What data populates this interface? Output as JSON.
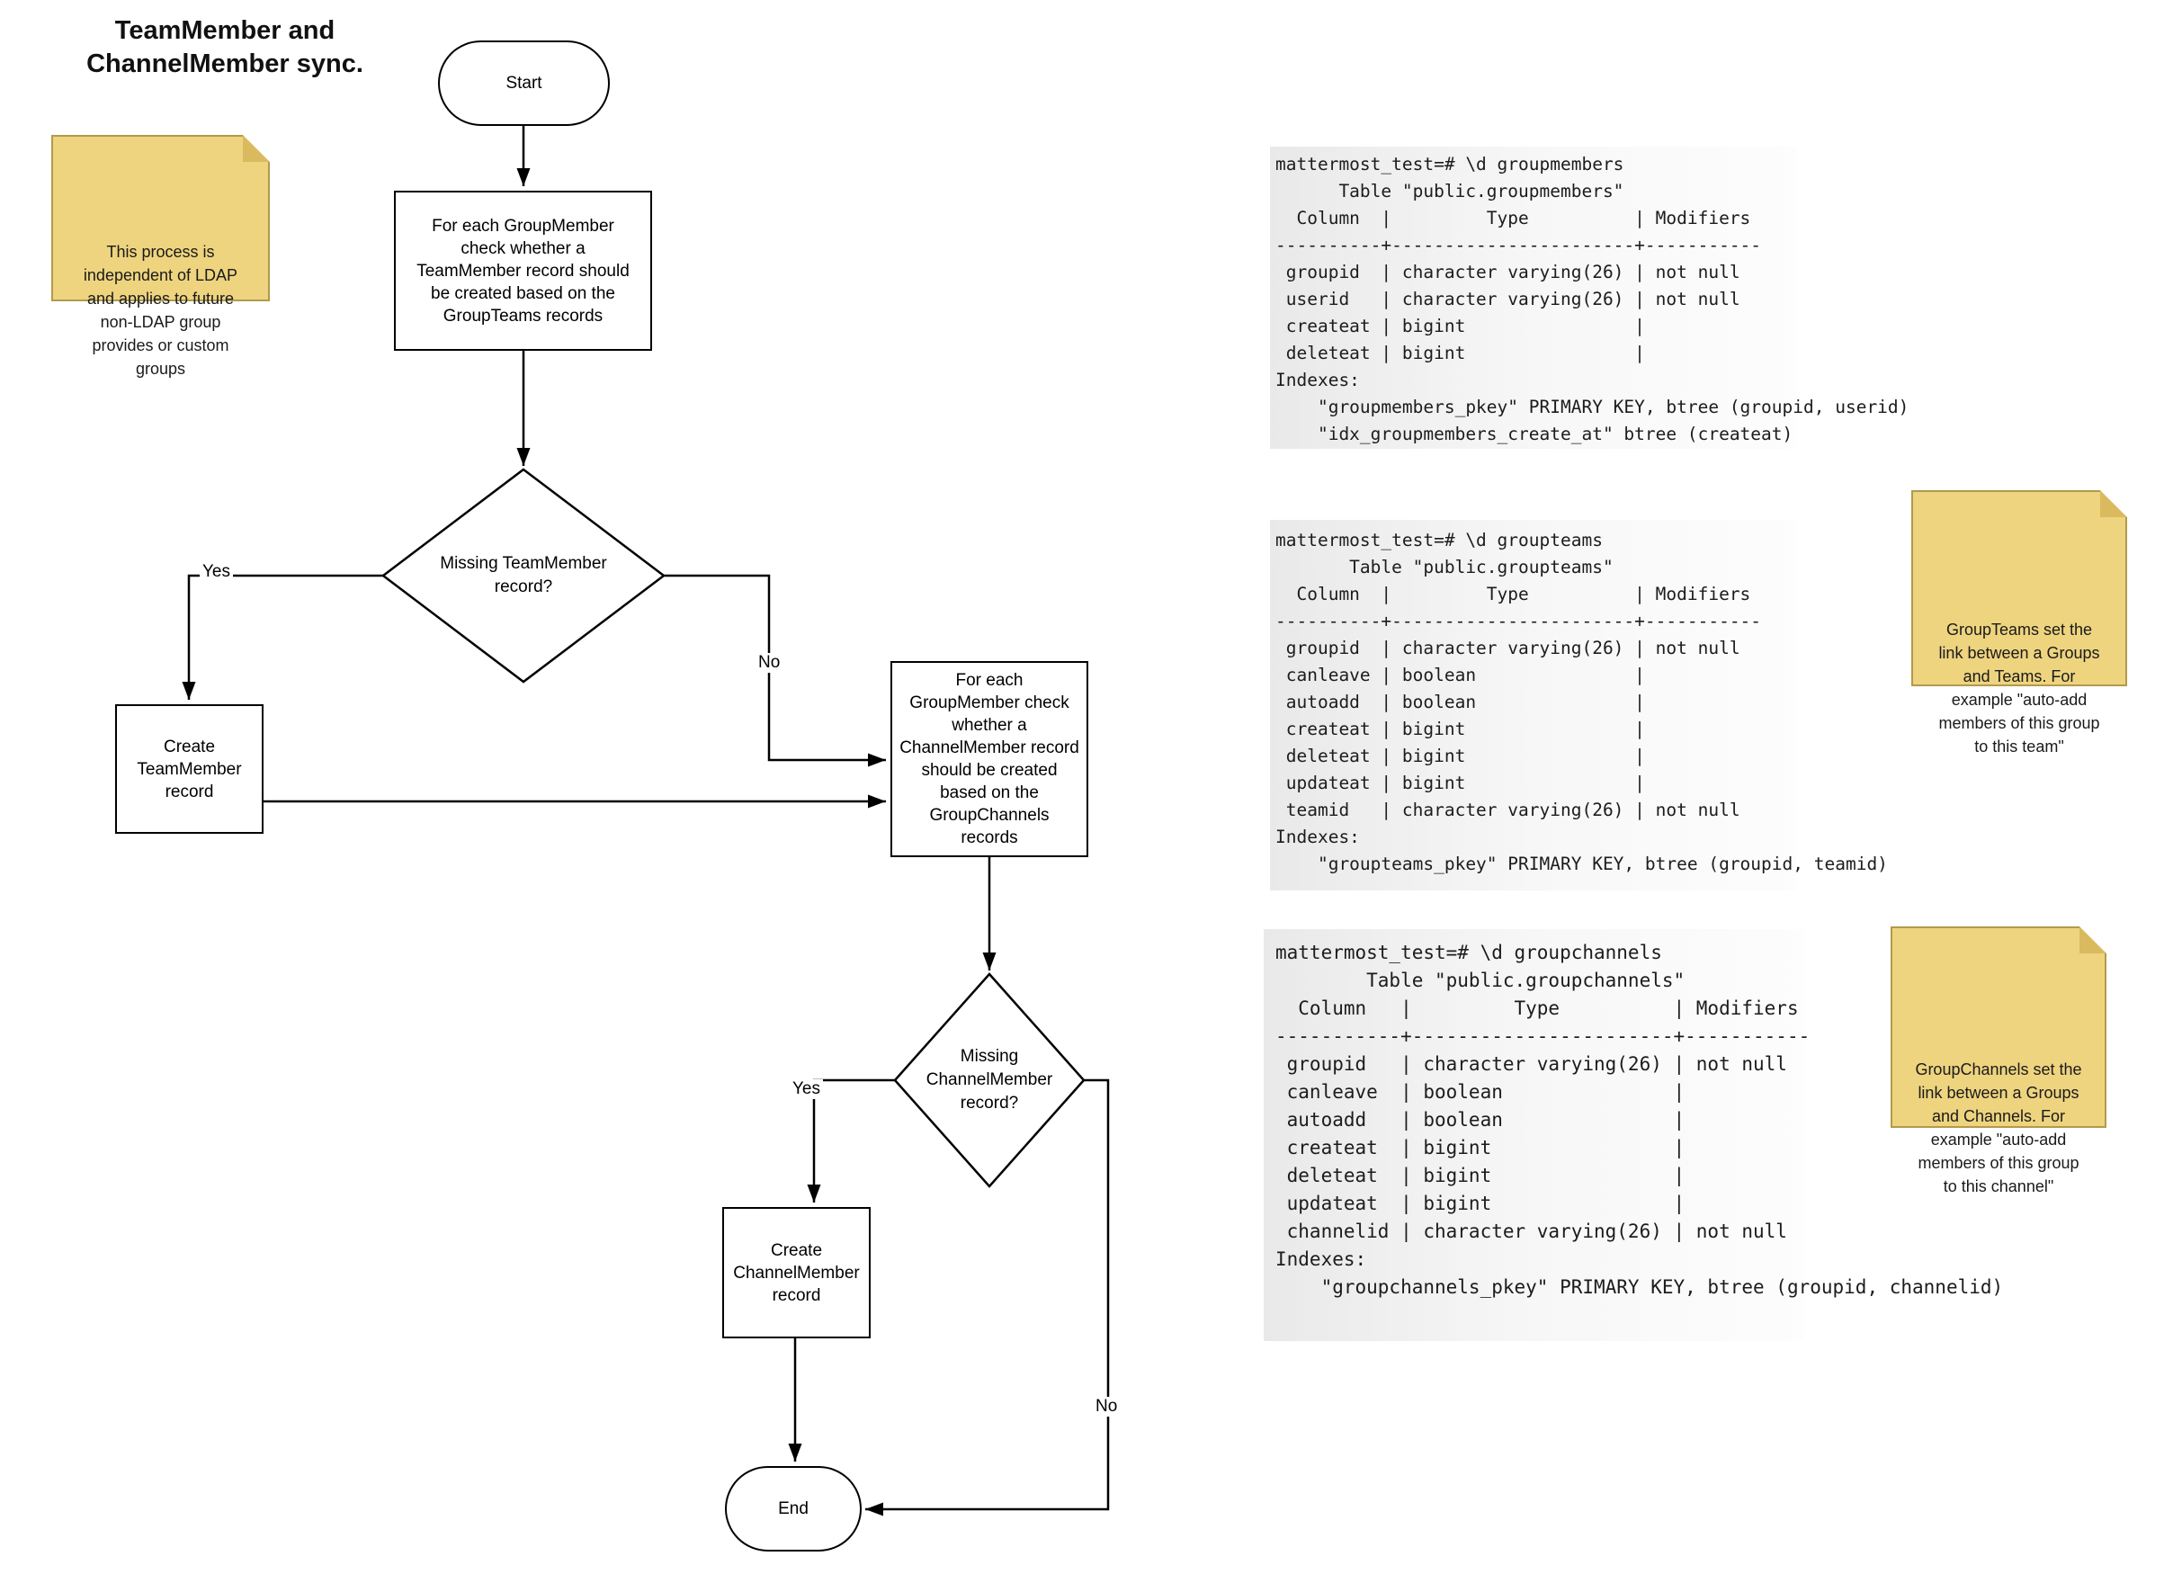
{
  "title": "TeamMember and\nChannelMember sync.",
  "colors": {
    "note_fill": "#eed47f",
    "note_border": "#b29a4b",
    "note_fold": "#d9ba5e",
    "terminal_panel_bg": "#e9e9e9",
    "shape_stroke": "#000000",
    "shape_fill": "#ffffff"
  },
  "flowchart": {
    "start_label": "Start",
    "process1_label": "For each GroupMember\ncheck whether a\nTeamMember record should\nbe created based on the\nGroupTeams records",
    "decision1_label": "Missing TeamMember\nrecord?",
    "create_team_label": "Create\nTeamMember\nrecord",
    "process2_label": "For each\nGroupMember check\nwhether a\nChannelMember record\nshould be created\nbased on the\nGroupChannels\nrecords",
    "decision2_label": "Missing\nChannelMember\nrecord?",
    "create_channel_label": "Create\nChannelMember\nrecord",
    "end_label": "End",
    "edge_labels": {
      "decision1_yes": "Yes",
      "decision1_no": "No",
      "decision2_yes": "Yes",
      "decision2_no": "No"
    }
  },
  "notes": {
    "ldap": "This process is\nindependent of LDAP\nand applies to future\nnon-LDAP group\nprovides or custom\ngroups",
    "groupteams": "GroupTeams set the\nlink between a Groups\nand Teams. For\nexample \"auto-add\nmembers of this group\nto this team\"",
    "groupchannels": "GroupChannels set the\nlink between a Groups\nand Channels. For\nexample \"auto-add\nmembers of this group\nto this channel\""
  },
  "terminals": {
    "groupmembers": "mattermost_test=# \\d groupmembers\n      Table \"public.groupmembers\"\n  Column  |         Type          | Modifiers \n----------+-----------------------+-----------\n groupid  | character varying(26) | not null\n userid   | character varying(26) | not null\n createat | bigint                | \n deleteat | bigint                | \nIndexes:\n    \"groupmembers_pkey\" PRIMARY KEY, btree (groupid, userid)\n    \"idx_groupmembers_create_at\" btree (createat)",
    "groupteams": "mattermost_test=# \\d groupteams\n       Table \"public.groupteams\"\n  Column  |         Type          | Modifiers \n----------+-----------------------+-----------\n groupid  | character varying(26) | not null\n canleave | boolean               | \n autoadd  | boolean               | \n createat | bigint                | \n deleteat | bigint                | \n updateat | bigint                | \n teamid   | character varying(26) | not null\nIndexes:\n    \"groupteams_pkey\" PRIMARY KEY, btree (groupid, teamid)",
    "groupchannels": "mattermost_test=# \\d groupchannels\n        Table \"public.groupchannels\"\n  Column   |         Type          | Modifiers \n-----------+-----------------------+-----------\n groupid   | character varying(26) | not null\n canleave  | boolean               | \n autoadd   | boolean               | \n createat  | bigint                | \n deleteat  | bigint                | \n updateat  | bigint                | \n channelid | character varying(26) | not null\nIndexes:\n    \"groupchannels_pkey\" PRIMARY KEY, btree (groupid, channelid)"
  }
}
